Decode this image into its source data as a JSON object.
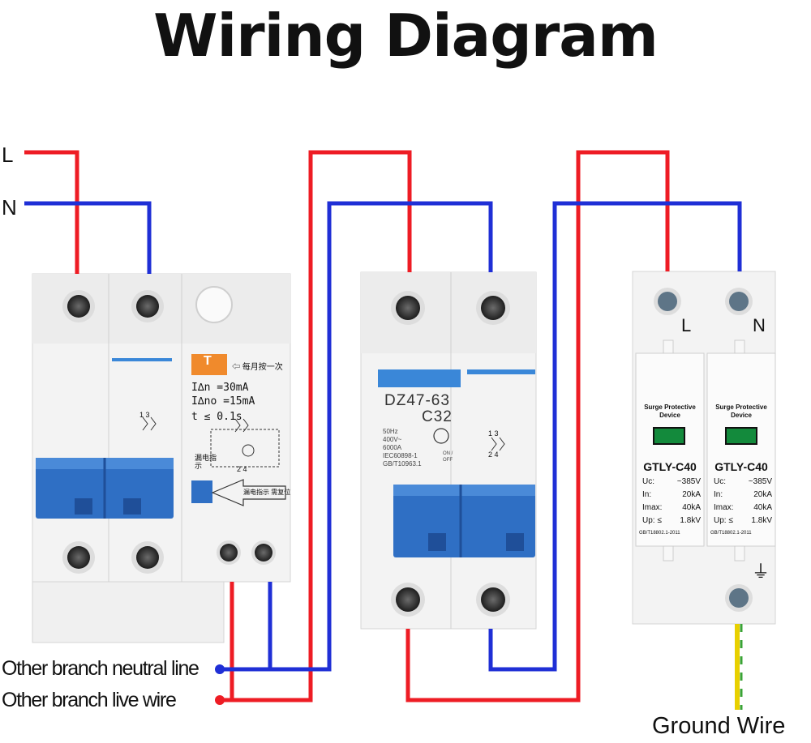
{
  "title": "Wiring Diagram",
  "inputs": {
    "live": "L",
    "neutral": "N"
  },
  "rcbo": {
    "button_label": "T",
    "test_note": "⇦ 每月按一次",
    "rated_residual": "I∆n  =30mA",
    "non_operating": "I∆no =15mA",
    "trip_time": "t ≤ 0.1s",
    "terminals": "1   3",
    "terminals_bottom": "2   4",
    "leak_indicator": "漏电指示",
    "reset_arrow": "漏电指示 需复位"
  },
  "mcb": {
    "model": "DZ47-63",
    "rating": "C32",
    "spec_lines": [
      "50Hz",
      "400V~",
      "6000A",
      "IEC60898-1",
      "GB/T10963.1"
    ],
    "on_off": "ON / OFF",
    "terminals": "1   3",
    "terminals_bottom": "2   4"
  },
  "spd": {
    "label_l": "L",
    "label_n": "N",
    "modules": [
      {
        "title": "Surge Protective Device",
        "model": "GTLY-C40",
        "rows": [
          [
            "Uc:",
            "~385V"
          ],
          [
            "In:",
            "20kA"
          ],
          [
            "Imax:",
            "40kA"
          ],
          [
            "Up: ≤",
            "1.8kV"
          ]
        ],
        "standard": "GB/T18802.1-2011"
      },
      {
        "title": "Surge Protective Device",
        "model": "GTLY-C40",
        "rows": [
          [
            "Uc:",
            "~385V"
          ],
          [
            "In:",
            "20kA"
          ],
          [
            "Imax:",
            "40kA"
          ],
          [
            "Up: ≤",
            "1.8kV"
          ]
        ],
        "standard": "GB/T18802.1-2011"
      }
    ],
    "ground_symbol": "⏚"
  },
  "outputs": {
    "neutral_line": "Other branch neutral line",
    "live_wire": "Other branch live wire",
    "ground": "Ground Wire"
  },
  "colors": {
    "live": "#ee1c24",
    "neutral": "#1f2fd6",
    "ground_yellow": "#e8d000",
    "ground_green": "#3aa335",
    "handle": "#2f6fc4"
  }
}
